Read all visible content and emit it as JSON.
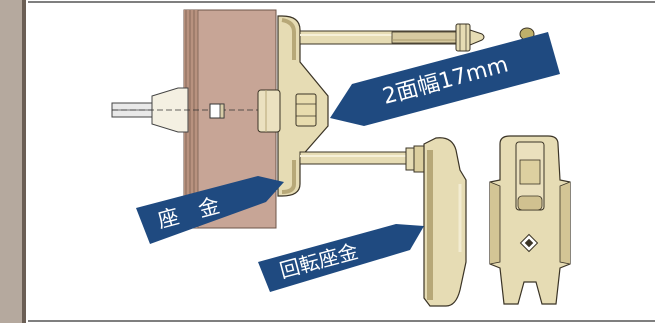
{
  "labels": {
    "width_across_flats": "2面幅17mm",
    "washer": "座　金",
    "rotating_washer": "回転座金"
  },
  "colors": {
    "callout_blue": "#1f4a80",
    "timber": "#c7a596",
    "metal": "#e6dcb4",
    "metal_dark": "#b7a878",
    "outline": "#3b3426"
  }
}
